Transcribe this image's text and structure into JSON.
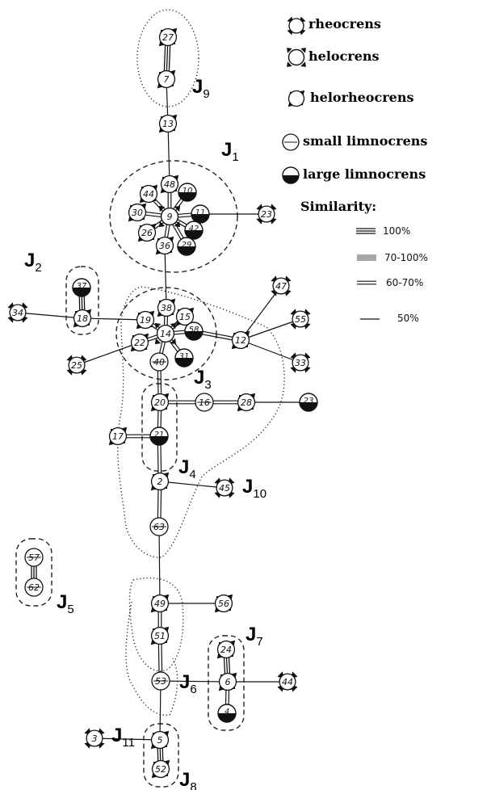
{
  "legend": {
    "types": [
      {
        "kind": "rheo",
        "label": "rheocrens"
      },
      {
        "kind": "helo",
        "label": "helocrens"
      },
      {
        "kind": "helorheo",
        "label": "helorheocrens"
      },
      {
        "kind": "small",
        "label": "small limnocrens"
      },
      {
        "kind": "large",
        "label": "large limnocrens"
      }
    ],
    "similarity_title": "Similarity:",
    "similarity_levels": [
      {
        "style": "s100",
        "label": "100%"
      },
      {
        "style": "s70",
        "label": "70-100%"
      },
      {
        "style": "s60",
        "label": "60-70%"
      },
      {
        "style": "s50",
        "label": "50%"
      }
    ]
  },
  "nodes": [
    {
      "id": "27",
      "type": "helorheo"
    },
    {
      "id": "7",
      "type": "helorheo"
    },
    {
      "id": "13",
      "type": "helorheo"
    },
    {
      "id": "48",
      "type": "helorheo"
    },
    {
      "id": "10",
      "type": "large"
    },
    {
      "id": "44",
      "type": "helorheo"
    },
    {
      "id": "30",
      "type": "helorheo"
    },
    {
      "id": "9",
      "type": "helo"
    },
    {
      "id": "11",
      "type": "large"
    },
    {
      "id": "23",
      "type": "rheo"
    },
    {
      "id": "26",
      "type": "helorheo"
    },
    {
      "id": "36",
      "type": "helorheo"
    },
    {
      "id": "42",
      "type": "large"
    },
    {
      "id": "29",
      "type": "large"
    },
    {
      "id": "37",
      "type": "large"
    },
    {
      "id": "18",
      "type": "helorheo"
    },
    {
      "id": "34",
      "type": "rheo"
    },
    {
      "id": "38",
      "type": "helorheo"
    },
    {
      "id": "15",
      "type": "helorheo"
    },
    {
      "id": "19",
      "type": "helorheo"
    },
    {
      "id": "14",
      "type": "helo"
    },
    {
      "id": "58",
      "type": "large"
    },
    {
      "id": "22",
      "type": "helorheo"
    },
    {
      "id": "31",
      "type": "large"
    },
    {
      "id": "40",
      "type": "small"
    },
    {
      "id": "12",
      "type": "helorheo"
    },
    {
      "id": "47",
      "type": "rheo"
    },
    {
      "id": "55",
      "type": "rheo"
    },
    {
      "id": "33",
      "type": "rheo"
    },
    {
      "id": "25",
      "type": "rheo"
    },
    {
      "id": "20",
      "type": "helorheo"
    },
    {
      "id": "16",
      "type": "small"
    },
    {
      "id": "28",
      "type": "helorheo"
    },
    {
      "id": "23b",
      "label": "23",
      "type": "large"
    },
    {
      "id": "17",
      "type": "helorheo"
    },
    {
      "id": "21",
      "type": "large"
    },
    {
      "id": "2",
      "type": "helorheo"
    },
    {
      "id": "45",
      "type": "rheo"
    },
    {
      "id": "63",
      "type": "small"
    },
    {
      "id": "57",
      "type": "small"
    },
    {
      "id": "62",
      "type": "small"
    },
    {
      "id": "49",
      "type": "helorheo"
    },
    {
      "id": "56",
      "type": "helorheo"
    },
    {
      "id": "51",
      "type": "helorheo"
    },
    {
      "id": "53",
      "type": "small"
    },
    {
      "id": "24",
      "type": "helorheo"
    },
    {
      "id": "6",
      "type": "helorheo"
    },
    {
      "id": "4",
      "type": "large"
    },
    {
      "id": "44b",
      "label": "44",
      "type": "rheo"
    },
    {
      "id": "3",
      "type": "rheo"
    },
    {
      "id": "5",
      "type": "helorheo"
    },
    {
      "id": "52",
      "type": "helorheo"
    }
  ],
  "edges": [
    {
      "from": "27",
      "to": "7",
      "sim": "s100"
    },
    {
      "from": "7",
      "to": "13",
      "sim": "s50"
    },
    {
      "from": "13",
      "to": "48",
      "sim": "s50"
    },
    {
      "from": "11",
      "to": "23",
      "sim": "s50"
    },
    {
      "from": "9",
      "to": "48",
      "sim": "s60"
    },
    {
      "from": "9",
      "to": "10",
      "sim": "s60"
    },
    {
      "from": "9",
      "to": "44",
      "sim": "s60"
    },
    {
      "from": "9",
      "to": "30",
      "sim": "s60"
    },
    {
      "from": "9",
      "to": "11",
      "sim": "s60"
    },
    {
      "from": "9",
      "to": "26",
      "sim": "s60"
    },
    {
      "from": "9",
      "to": "36",
      "sim": "s60"
    },
    {
      "from": "9",
      "to": "42",
      "sim": "s60"
    },
    {
      "from": "9",
      "to": "29",
      "sim": "s60"
    },
    {
      "from": "36",
      "to": "38",
      "sim": "s50"
    },
    {
      "from": "37",
      "to": "18",
      "sim": "s100"
    },
    {
      "from": "34",
      "to": "18",
      "sim": "s50"
    },
    {
      "from": "18",
      "to": "19",
      "sim": "s50"
    },
    {
      "from": "14",
      "to": "38",
      "sim": "s60"
    },
    {
      "from": "14",
      "to": "15",
      "sim": "s60"
    },
    {
      "from": "14",
      "to": "19",
      "sim": "s60"
    },
    {
      "from": "14",
      "to": "58",
      "sim": "s60"
    },
    {
      "from": "14",
      "to": "22",
      "sim": "s60"
    },
    {
      "from": "14",
      "to": "31",
      "sim": "s60"
    },
    {
      "from": "14",
      "to": "40",
      "sim": "s60"
    },
    {
      "from": "58",
      "to": "12",
      "sim": "s60"
    },
    {
      "from": "12",
      "to": "47",
      "sim": "s50"
    },
    {
      "from": "12",
      "to": "55",
      "sim": "s50"
    },
    {
      "from": "12",
      "to": "33",
      "sim": "s50"
    },
    {
      "from": "22",
      "to": "25",
      "sim": "s50"
    },
    {
      "from": "40",
      "to": "20",
      "sim": "s60"
    },
    {
      "from": "20",
      "to": "16",
      "sim": "s60"
    },
    {
      "from": "16",
      "to": "28",
      "sim": "s60"
    },
    {
      "from": "28",
      "to": "23b",
      "sim": "s50"
    },
    {
      "from": "20",
      "to": "21",
      "sim": "s60"
    },
    {
      "from": "17",
      "to": "21",
      "sim": "s60"
    },
    {
      "from": "21",
      "to": "2",
      "sim": "s60"
    },
    {
      "from": "2",
      "to": "45",
      "sim": "s50"
    },
    {
      "from": "2",
      "to": "63",
      "sim": "s60"
    },
    {
      "from": "63",
      "to": "49",
      "sim": "s50"
    },
    {
      "from": "57",
      "to": "62",
      "sim": "s100"
    },
    {
      "from": "49",
      "to": "56",
      "sim": "s50"
    },
    {
      "from": "49",
      "to": "51",
      "sim": "s60"
    },
    {
      "from": "51",
      "to": "53",
      "sim": "s60"
    },
    {
      "from": "53",
      "to": "6",
      "sim": "s50"
    },
    {
      "from": "24",
      "to": "6",
      "sim": "s100"
    },
    {
      "from": "6",
      "to": "4",
      "sim": "s60"
    },
    {
      "from": "6",
      "to": "44b",
      "sim": "s50"
    },
    {
      "from": "53",
      "to": "5",
      "sim": "s50"
    },
    {
      "from": "3",
      "to": "5",
      "sim": "s50"
    },
    {
      "from": "5",
      "to": "52",
      "sim": "s100"
    }
  ],
  "clusters": [
    {
      "main": "J",
      "sub": "9",
      "style": "dotted"
    },
    {
      "main": "J",
      "sub": "1",
      "style": "dashed"
    },
    {
      "main": "J",
      "sub": "2",
      "style": "dashed"
    },
    {
      "main": "J",
      "sub": "3",
      "style": "dashed"
    },
    {
      "main": "J",
      "sub": "10",
      "style": "dotted"
    },
    {
      "main": "J",
      "sub": "4",
      "style": "dashed"
    },
    {
      "main": "J",
      "sub": "5",
      "style": "dashed"
    },
    {
      "main": "J",
      "sub": "6",
      "style": "dotted"
    },
    {
      "main": "J",
      "sub": "7",
      "style": "dashed"
    },
    {
      "main": "J",
      "sub": "11",
      "style": "dotted"
    },
    {
      "main": "J",
      "sub": "8",
      "style": "dashed"
    }
  ]
}
